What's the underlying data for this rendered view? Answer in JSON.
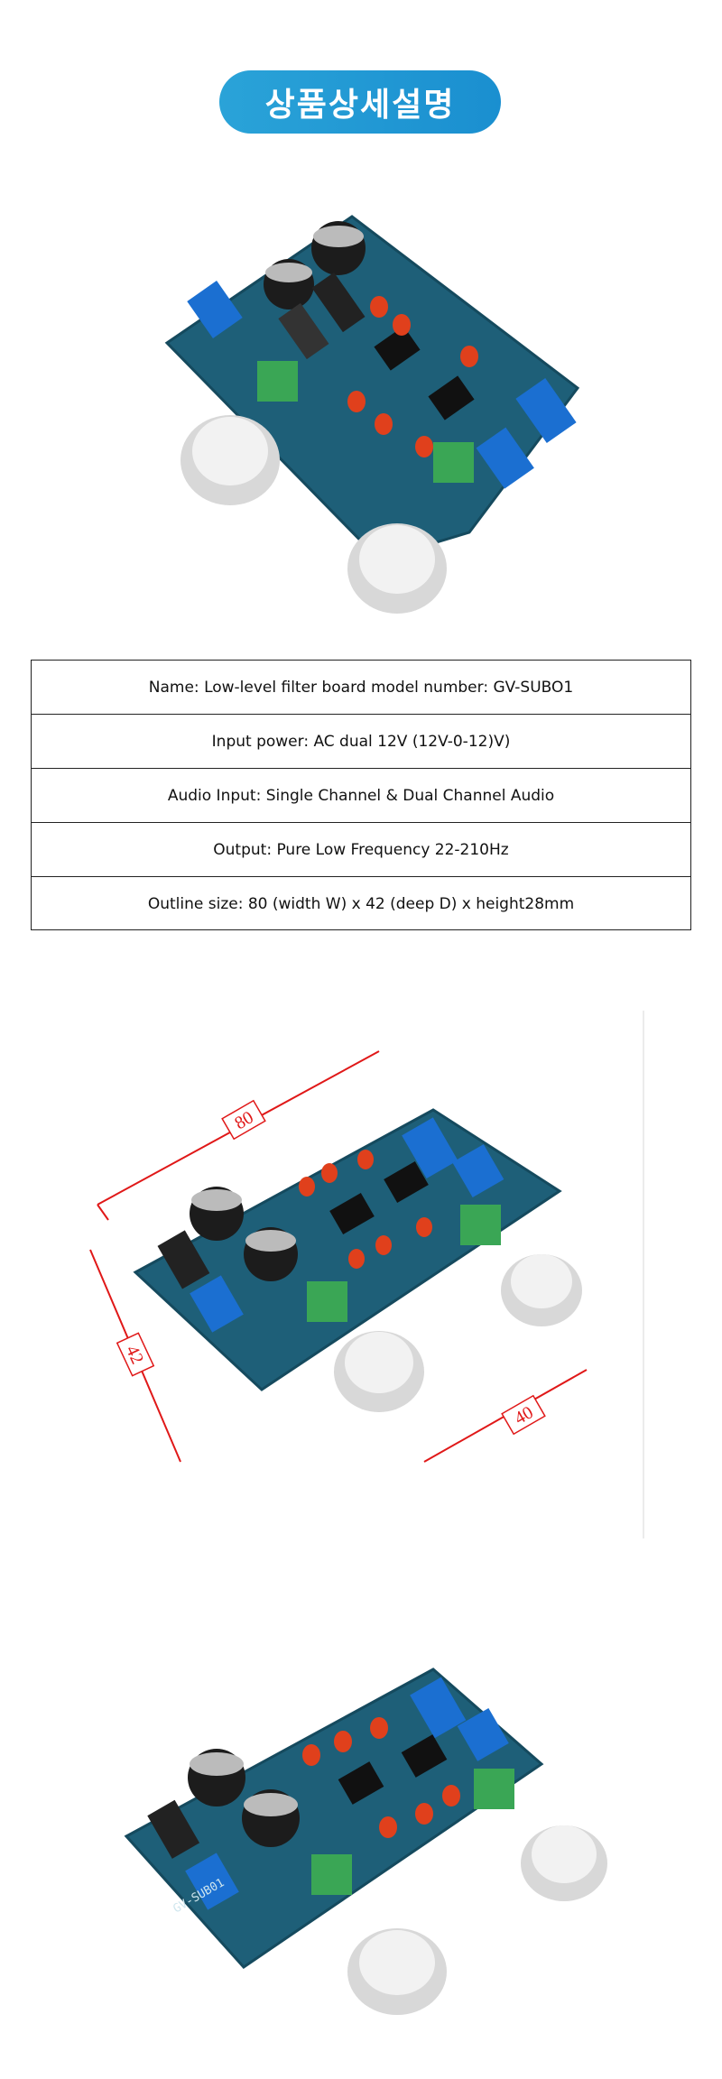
{
  "header": {
    "title": "상품상세설명"
  },
  "specs": [
    "Name: Low-level filter board model number: GV-SUBO1",
    "Input power: AC dual 12V (12V-0-12)V)",
    "Audio Input: Single Channel & Dual Channel Audio",
    "Output: Pure Low Frequency 22-210Hz",
    "Outline size: 80 (width W) x 42 (deep D) x height28mm"
  ],
  "dimensions": {
    "width": "80",
    "depth": "42",
    "spacing": "40"
  },
  "board": {
    "label": "GV-SUB01"
  },
  "colors": {
    "accent": "#1a9ad6",
    "pcb": "#1e5f78",
    "dimension_red": "#e01818"
  }
}
